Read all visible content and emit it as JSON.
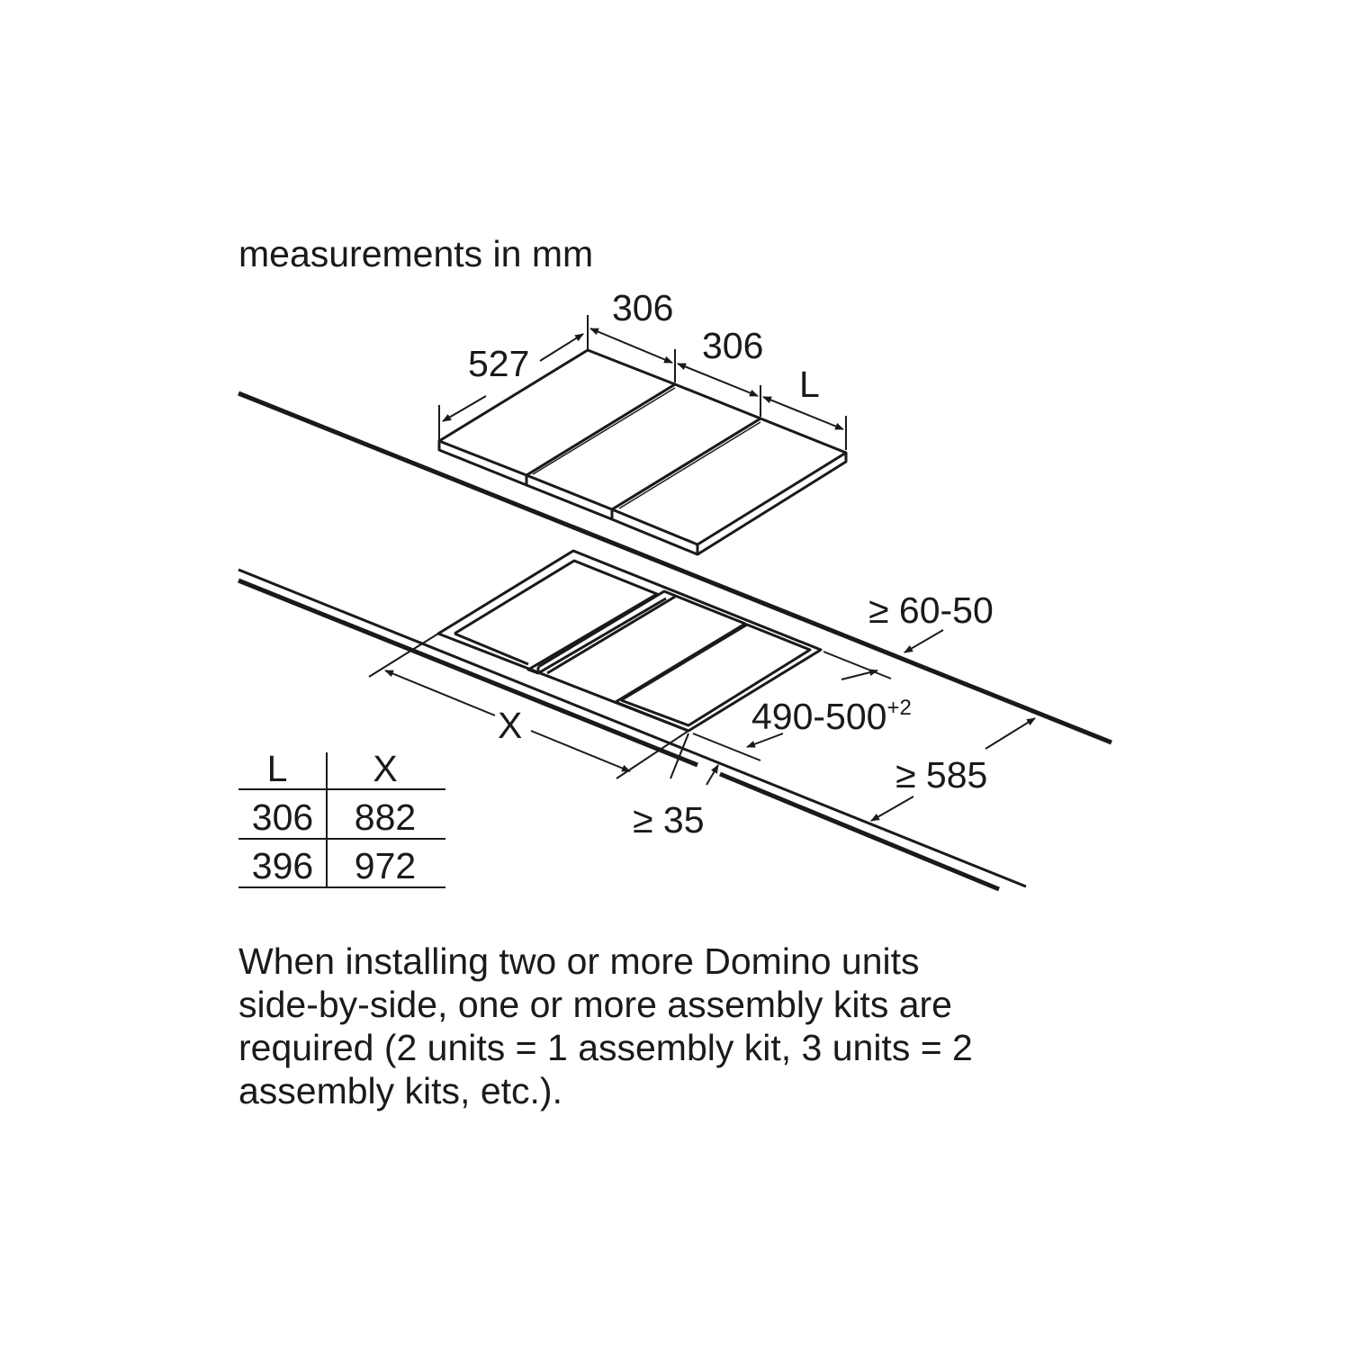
{
  "header": {
    "units_text": "measurements in mm"
  },
  "dimensions": {
    "depth": "527",
    "width_1": "306",
    "width_2": "306",
    "width_3": "L",
    "rear_clearance": "≥ 60-50",
    "cutout_depth": "490-500",
    "cutout_depth_tolerance": "+2",
    "cutout_width": "X",
    "front_clearance": "≥ 35",
    "worktop_depth": "≥ 585"
  },
  "table": {
    "headers": [
      "L",
      "X"
    ],
    "rows": [
      [
        "306",
        "882"
      ],
      [
        "396",
        "972"
      ]
    ]
  },
  "note": {
    "lines": [
      "When installing two or more Domino units",
      "side-by-side, one or more assembly kits are",
      "required (2 units = 1 assembly kit, 3 units = 2",
      "assembly kits, etc.)."
    ]
  }
}
